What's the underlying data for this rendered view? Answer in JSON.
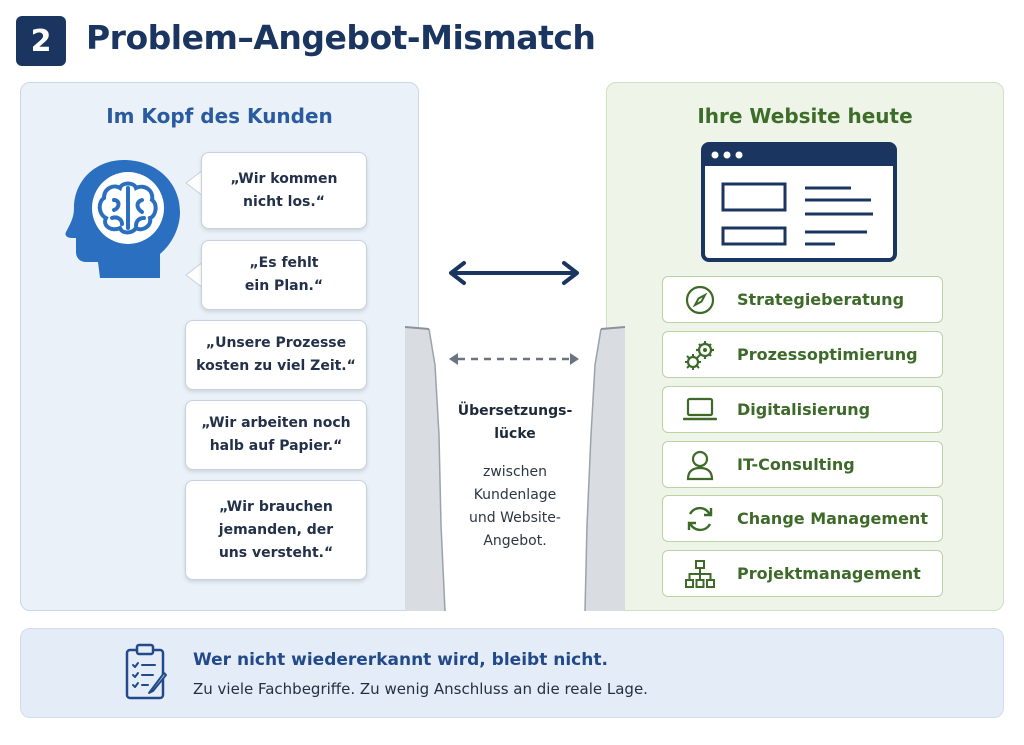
{
  "header": {
    "step_number": "2",
    "title": "Problem–Angebot-Mismatch"
  },
  "left_panel": {
    "heading": "Im Kopf des Kunden",
    "quotes": [
      {
        "line1": "„Wir kommen",
        "line2": "nicht los.“"
      },
      {
        "line1": "„Es fehlt",
        "line2": "ein Plan.“"
      },
      {
        "line1": "„Unsere Prozesse",
        "line2": "kosten zu viel Zeit.“"
      },
      {
        "line1": "„Wir arbeiten noch",
        "line2": "halb auf Papier.“"
      },
      {
        "line1": "„Wir brauchen",
        "line2": "jemanden, der",
        "line3": "uns versteht.“"
      }
    ]
  },
  "gap": {
    "title_line1": "Übersetzungs-",
    "title_line2": "lücke",
    "sub_line1": "zwischen",
    "sub_line2": "Kundenlage",
    "sub_line3": "und Website-",
    "sub_line4": "Angebot."
  },
  "right_panel": {
    "heading": "Ihre Website heute",
    "services": [
      {
        "label": "Strategieberatung",
        "icon": "compass-icon"
      },
      {
        "label": "Prozessoptimierung",
        "icon": "gears-icon"
      },
      {
        "label": "Digitalisierung",
        "icon": "laptop-icon"
      },
      {
        "label": "IT-Consulting",
        "icon": "person-icon"
      },
      {
        "label": "Change Management",
        "icon": "cycle-icon"
      },
      {
        "label": "Projektmanagement",
        "icon": "org-chart-icon"
      }
    ]
  },
  "footer": {
    "headline": "Wer nicht wiedererkannt wird, bleibt nicht.",
    "subline": "Zu viele Fachbegriffe. Zu wenig Anschluss an die reale Lage."
  },
  "colors": {
    "navy": "#1b3561",
    "blue_accent": "#2a5b9f",
    "green_accent": "#3e6d2a",
    "left_panel_bg": "#eaf1f9",
    "right_panel_bg": "#eef5e8"
  }
}
